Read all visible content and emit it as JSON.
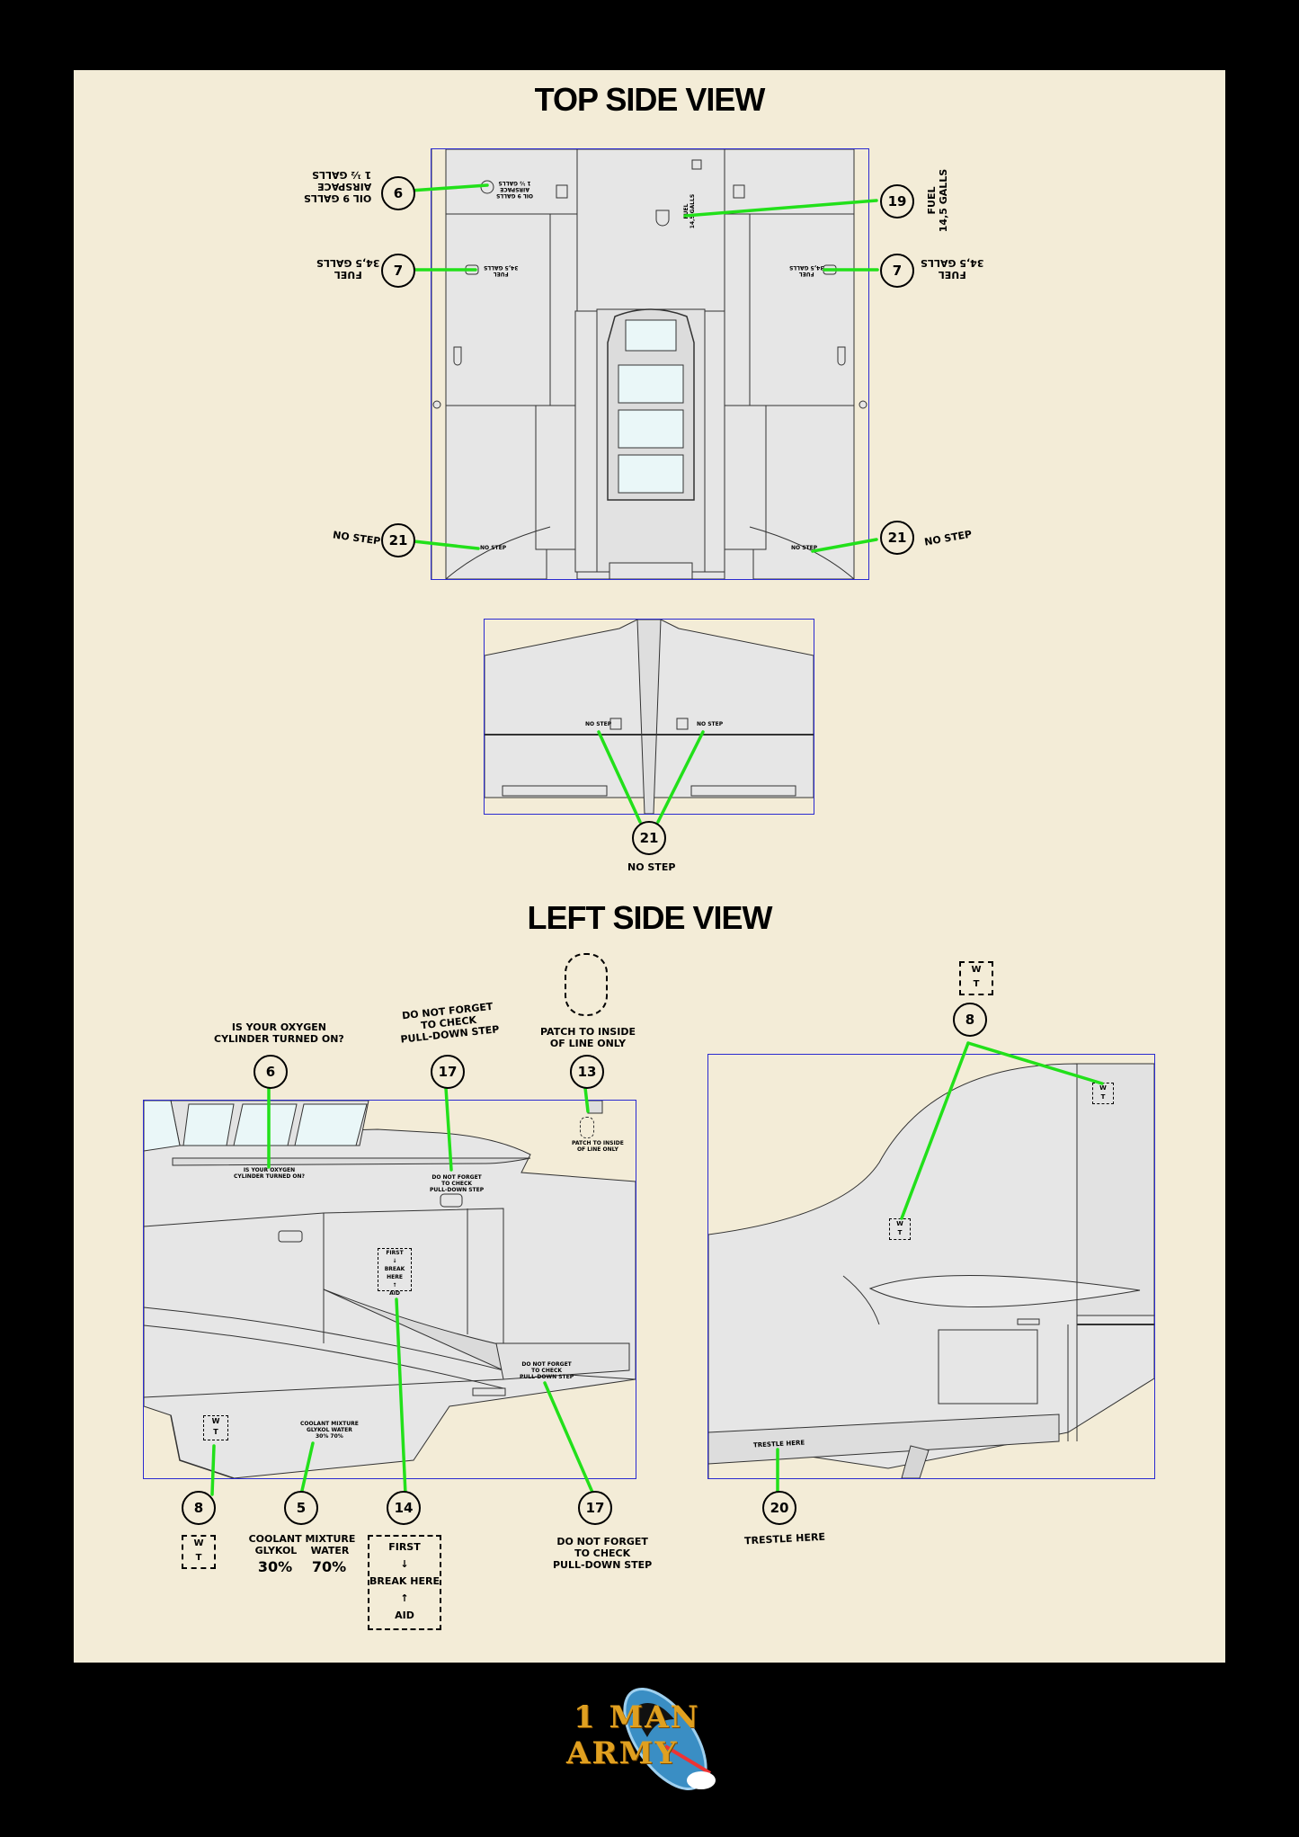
{
  "top_view": {
    "title": "TOP SIDE VIEW",
    "callouts": {
      "c6": "6",
      "c7l": "7",
      "c7r": "7",
      "c19": "19",
      "c21l": "21",
      "c21r": "21",
      "c21b": "21"
    },
    "labels": {
      "oil": "OIL 9 GALLS\nAIRSPACE\n1 ½ GALLS",
      "fuel_left": "FUEL\n34,5 GALLS",
      "fuel_right": "FUEL\n34,5 GALLS",
      "fuel_fuselage": "FUEL\n14,5 GALLS",
      "no_step_left": "NO STEP",
      "no_step_right": "NO STEP",
      "no_step_bottom": "NO STEP"
    },
    "stencils": {
      "oil": "OIL 9 GALLS\nAIRSPACE\n1 ½ GALLS",
      "fuel_left": "FUEL\n34,5 GALLS",
      "fuel_right": "FUEL\n34,5 GALLS",
      "fuel_fuselage": "FUEL\n14,5 GALLS",
      "no_step": "NO STEP"
    }
  },
  "left_view": {
    "title": "LEFT SIDE VIEW",
    "callouts": {
      "c6": "6",
      "c17a": "17",
      "c13": "13",
      "c8a": "8",
      "c5": "5",
      "c14": "14",
      "c17b": "17",
      "c8b": "8",
      "c20": "20"
    },
    "labels": {
      "oxygen": "IS YOUR OXYGEN\nCYLINDER TURNED ON?",
      "pulldown_top": "DO NOT FORGET\nTO CHECK\nPULL-DOWN STEP",
      "patch": "PATCH TO INSIDE\nOF LINE ONLY",
      "coolant_title": "COOLANT  MIXTURE",
      "coolant_glykol": "GLYKOL",
      "coolant_water": "WATER",
      "coolant_glykol_pct": "30%",
      "coolant_water_pct": "70%",
      "first_aid": "FIRST\n↓\nBREAK HERE\n↑\nAID",
      "pulldown_bottom": "DO NOT FORGET\nTO CHECK\nPULL-DOWN STEP",
      "trestle": "TRESTLE HERE",
      "wt_w": "W",
      "wt_t": "T"
    },
    "stencils": {
      "oxygen": "IS YOUR OXYGEN\nCYLINDER TURNED ON?",
      "pulldown": "DO NOT FORGET\nTO CHECK\nPULL-DOWN STEP",
      "patch": "PATCH TO INSIDE\nOF LINE ONLY",
      "coolant": "COOLANT MIXTURE\nGLYKOL  WATER\n30%  70%",
      "first_aid": "FIRST\n↓\nBREAK HERE\n↑\nAID",
      "trestle": "TRESTLE HERE"
    }
  },
  "logo": {
    "line1": "1 MAN",
    "line2": "ARMY"
  },
  "colors": {
    "leader": "#22e01a",
    "panel_border": "#2a2ad0",
    "sheet": "#f3ecd7",
    "aircraft": "#e6e6e6"
  }
}
